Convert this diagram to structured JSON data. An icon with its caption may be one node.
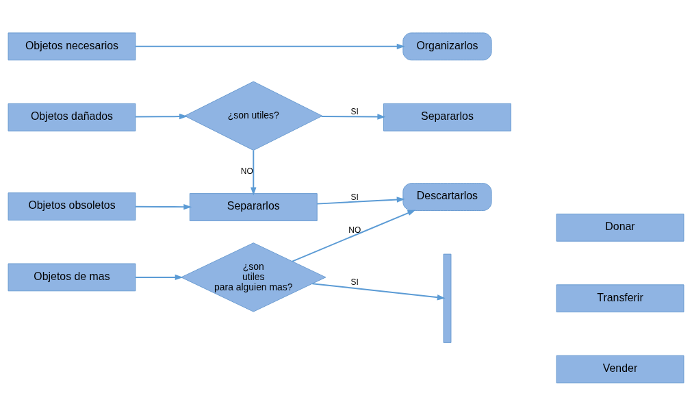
{
  "diagram": {
    "nodes": [
      {
        "text": [
          "Objetos necesarios"
        ]
      },
      {
        "text": [
          "Organizarlos"
        ]
      },
      {
        "text": [
          "Objetos dañados"
        ]
      },
      {
        "text": [
          "¿son utiles?"
        ]
      },
      {
        "text": [
          "Separarlos"
        ]
      },
      {
        "text": [
          "Objetos obsoletos"
        ]
      },
      {
        "text": [
          "Separarlos"
        ]
      },
      {
        "text": [
          "Descartarlos"
        ]
      },
      {
        "text": [
          "Objetos de mas"
        ]
      },
      {
        "text": [
          "¿son utiles para alguien mas?"
        ]
      },
      {
        "text": [],
        "shape": "bracket"
      },
      {
        "text": [
          "Donar"
        ]
      },
      {
        "text": [
          "Transferir"
        ]
      },
      {
        "text": [
          "Vender"
        ]
      }
    ],
    "edges": [
      {
        "from": 0,
        "to": 1,
        "arrow": "to"
      },
      {
        "from": 2,
        "to": 3,
        "arrow": "to"
      },
      {
        "from": 3,
        "to": 4,
        "arrow": "to",
        "label": "SI"
      },
      {
        "from": 3,
        "to": 6,
        "arrow": "to",
        "label": "NO"
      },
      {
        "from": 5,
        "to": 6,
        "arrow": "to"
      },
      {
        "from": 6,
        "to": 7,
        "arrow": "to",
        "label": "SI"
      },
      {
        "from": 8,
        "to": 9,
        "arrow": "to"
      },
      {
        "from": 9,
        "to": 7,
        "arrow": "to",
        "label": "NO"
      },
      {
        "from": 9,
        "to": 10,
        "arrow": "to",
        "label": "SI"
      }
    ]
  }
}
